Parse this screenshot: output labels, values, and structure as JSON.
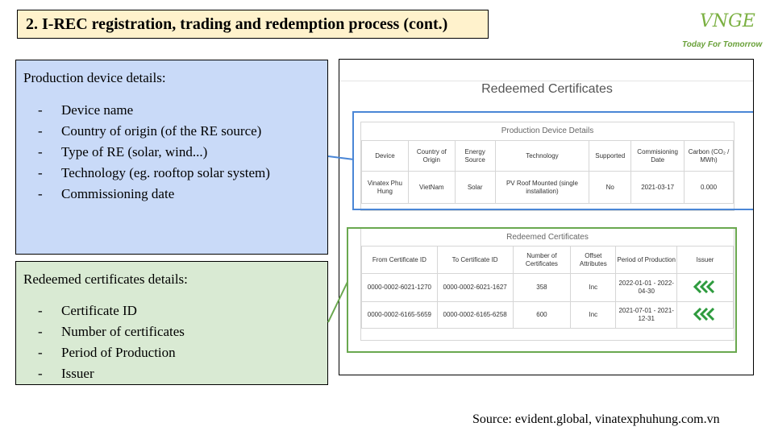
{
  "slide_title": "2. I-REC registration, trading and redemption process (cont.)",
  "logo": {
    "mark": "VNGE",
    "tagline": "Today For Tomorrow"
  },
  "production_panel": {
    "heading": "Production device details:",
    "items": [
      "Device name",
      "Country of origin (of the RE source)",
      "Type of RE (solar, wind...)",
      "Technology (eg. rooftop solar system)",
      "Commissioning date"
    ]
  },
  "redeemed_panel": {
    "heading": "Redeemed certificates details:",
    "items": [
      "Certificate ID",
      "Number of certificates",
      "Period of Production",
      "Issuer"
    ]
  },
  "bullet": "-",
  "screenshot": {
    "title": "Redeemed Certificates",
    "device_table": {
      "caption": "Production Device Details",
      "headers": [
        "Device",
        "Country of Origin",
        "Energy Source",
        "Technology",
        "Supported",
        "Commisioning Date",
        "Carbon (CO₂ / MWh)"
      ],
      "row": [
        "Vinatex Phu Hung",
        "VietNam",
        "Solar",
        "PV Roof Mounted (single installation)",
        "No",
        "2021-03-17",
        "0.000"
      ]
    },
    "cert_table": {
      "caption": "Redeemed Certificates",
      "headers": [
        "From Certificate ID",
        "To Certificate ID",
        "Number of Certificates",
        "Offset Attributes",
        "Period of Production",
        "Issuer"
      ],
      "rows": [
        [
          "0000-0002-6021-1270",
          "0000-0002-6021-1627",
          "358",
          "Inc",
          "2022-01-01 - 2022-04-30"
        ],
        [
          "0000-0002-6165-5659",
          "0000-0002-6165-6258",
          "600",
          "Inc",
          "2021-07-01 - 2021-12-31"
        ]
      ],
      "issuer_icon": "issuer-chevrons-icon"
    }
  },
  "source": "Source: evident.global, vinatexphuhung.com.vn",
  "colors": {
    "title_bg": "#fff2cc",
    "blue_panel": "#c9daf8",
    "green_panel": "#d9ead3",
    "blue_line": "#4a86d6",
    "green_line": "#6aa84f"
  }
}
